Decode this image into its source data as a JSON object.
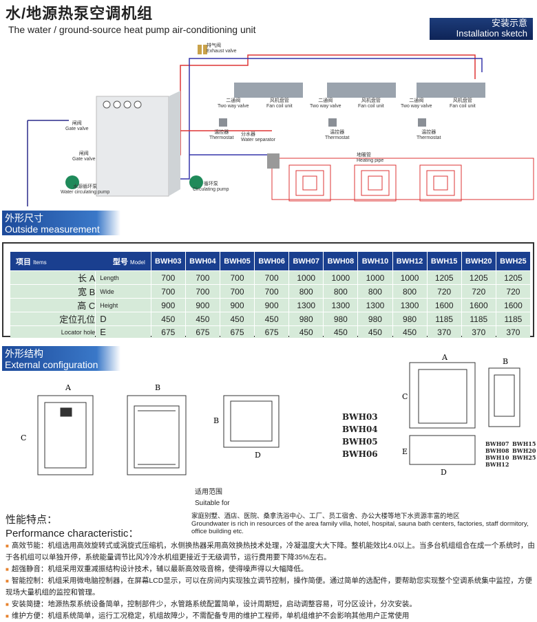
{
  "header": {
    "title_cn": "水/地源热泵空调机组",
    "title_en": "The water / ground-source heat pump air-conditioning unit",
    "sketch_cn": "安装示意",
    "sketch_en": "Installation sketch"
  },
  "diagram": {
    "labels": {
      "exhaust_cn": "排气阀",
      "exhaust_en": "Exhaust valve",
      "gate_cn": "闸阀",
      "gate_en": "Gate valve",
      "pump_cn": "水源循环泵",
      "pump_en": "Water circulating pump",
      "circ_cn": "循环泵",
      "circ_en": "Circulating pump",
      "sep_cn": "分水器",
      "sep_en": "Water separator",
      "heat_cn": "地暖管",
      "heat_en": "Heating pipe",
      "twoway_cn": "二通阀",
      "twoway_en": "Two way valve",
      "fan_cn": "风机盘管",
      "fan_en": "Fan coil unit",
      "thermo_cn": "温控器",
      "thermo_en": "Thermostat"
    }
  },
  "measure": {
    "title_cn": "外形尺寸",
    "title_en": "Outside measurement",
    "head": {
      "items_cn": "项目",
      "items_en": "Items",
      "model_cn": "型号",
      "model_en": "Model"
    },
    "models": [
      "BWH03",
      "BWH04",
      "BWH05",
      "BWH06",
      "BWH07",
      "BWH08",
      "BWH10",
      "BWH12",
      "BWH15",
      "BWH20",
      "BWH25"
    ],
    "rows": [
      {
        "cn": "长 A",
        "en": "Length",
        "values": [
          "700",
          "700",
          "700",
          "700",
          "1000",
          "1000",
          "1000",
          "1000",
          "1205",
          "1205",
          "1205"
        ]
      },
      {
        "cn": "宽 B",
        "en": "Wide",
        "values": [
          "700",
          "700",
          "700",
          "700",
          "800",
          "800",
          "800",
          "800",
          "720",
          "720",
          "720"
        ]
      },
      {
        "cn": "高 C",
        "en": "Height",
        "values": [
          "900",
          "900",
          "900",
          "900",
          "1300",
          "1300",
          "1300",
          "1300",
          "1600",
          "1600",
          "1600"
        ]
      },
      {
        "cn": "定位孔位",
        "en": "D",
        "values": [
          "450",
          "450",
          "450",
          "450",
          "980",
          "980",
          "980",
          "980",
          "1185",
          "1185",
          "1185"
        ]
      },
      {
        "cn": "Locator hole",
        "en": "E",
        "values": [
          "675",
          "675",
          "675",
          "675",
          "450",
          "450",
          "450",
          "450",
          "370",
          "370",
          "370"
        ]
      }
    ]
  },
  "config": {
    "title_cn": "外形结构",
    "title_en": "External configuration",
    "A": "A",
    "B": "B",
    "C": "C",
    "D": "D",
    "E": "E",
    "small_models": "BWH03\nBWH04\nBWH05\nBWH06",
    "large_models_1": "BWH07\nBWH08\nBWH10\nBWH12",
    "large_models_2": "BWH15\nBWH20\nBWH25"
  },
  "suitable": {
    "cn": "适用范围",
    "en": "Suitable for",
    "text_cn": "家庭别墅、酒店、医院、桑拿洗浴中心、工厂、员工宿舍、办公大楼等地下水资源丰富的地区",
    "text_en": "Groundwater is rich in resources of the area family villa, hotel, hospital, sauna bath centers, factories, staff dormitory, office building etc."
  },
  "performance": {
    "title_cn": "性能特点：",
    "title_en": "Performance characteristic：",
    "items": [
      "高效节能：机组选用高效旋转式或涡旋式压缩机，水侧换热器采用高效换热技术处理，冷凝温度大大下降。整机能效比4.0以上。当多台机组组合在成一个系统时，由于各机组可以单独开停，系统能量调节比风冷冷水机组更接近于无级调节，运行费用要下降35%左右。",
      "超强静音：机组采用双重减振结构设计技术，辅以最新高效吸音棉，使得噪声得以大幅降低。",
      "智能控制：机组采用微电脑控制器，在屏幕LCD显示，可以在房间内实现独立调节控制，操作简便。通过简单的选配件，要帮助您实现整个空调系统集中监控，方便现场大量机组的监控和管理。",
      "安装简捷：地源热泵系统设备简单，控制部件少，水管路系统配置简单，设计周期短，启动调整容易，可分区设计，分次安装。",
      "维护方便：机组系统简单，运行工况稳定，机组故障少，不需配备专用的维护工程师，单机组维护不会影响其他用户正常使用"
    ]
  }
}
